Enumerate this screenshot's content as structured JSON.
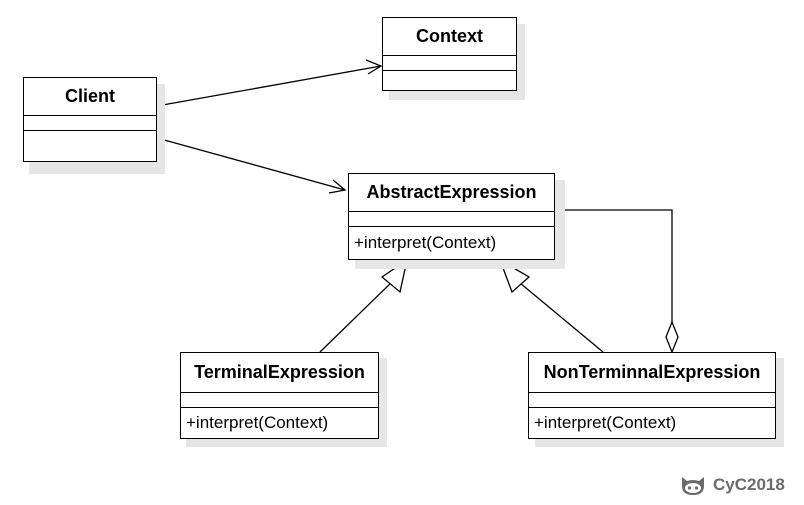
{
  "diagram": {
    "classes": {
      "context": {
        "name": "Context",
        "operation": ""
      },
      "client": {
        "name": "Client",
        "operation": ""
      },
      "abstract_expression": {
        "name": "AbstractExpression",
        "operation": "+interpret(Context)"
      },
      "terminal_expression": {
        "name": "TerminalExpression",
        "operation": "+interpret(Context)"
      },
      "nonterminal_expression": {
        "name": "NonTerminnalExpression",
        "operation": "+interpret(Context)"
      }
    },
    "relations": [
      {
        "from": "Client",
        "to": "Context",
        "type": "association"
      },
      {
        "from": "Client",
        "to": "AbstractExpression",
        "type": "association"
      },
      {
        "from": "TerminalExpression",
        "to": "AbstractExpression",
        "type": "generalization"
      },
      {
        "from": "NonTerminnalExpression",
        "to": "AbstractExpression",
        "type": "generalization"
      },
      {
        "from": "NonTerminnalExpression",
        "to": "AbstractExpression",
        "type": "aggregation"
      }
    ]
  },
  "watermark": {
    "text": "CyC2018",
    "icon": "github-icon"
  },
  "colors": {
    "line": "#000000",
    "shadow": "#e6e6e6",
    "watermark": "#6b6b6b"
  }
}
